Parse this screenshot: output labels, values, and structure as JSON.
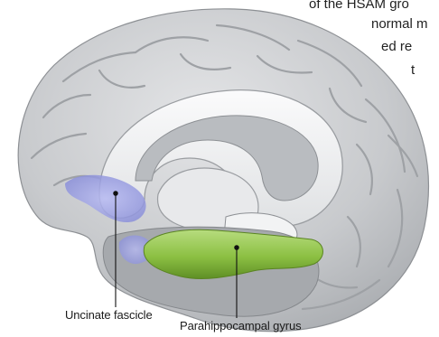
{
  "labels": {
    "uncinate": "Uncinate fascicle",
    "parahippocampal": "Parahippocampal gyrus"
  },
  "background_text": {
    "line1": "of the HSAM gro",
    "line2": "normal m",
    "line3": "ed re",
    "line4": "t"
  },
  "colors": {
    "cortex": "#c9cbcf",
    "inner_white": "#f4f5f6",
    "uncinate_highlight": "#9a9ee6",
    "parahippocampal_highlight": "#8fc24a",
    "leader_line": "#111111"
  }
}
